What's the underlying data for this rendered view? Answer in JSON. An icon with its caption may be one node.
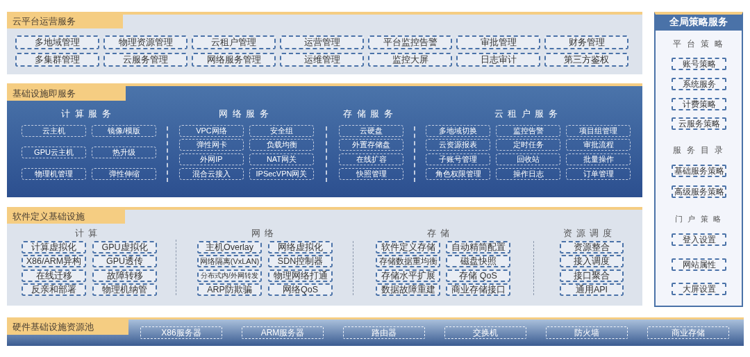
{
  "diagram": {
    "nodes": [
      {
        "text": [
          "云平台运营服务"
        ]
      },
      {
        "text": [
          "多地域管理"
        ],
        "in": 0
      },
      {
        "text": [
          "物理资源管理"
        ],
        "in": 0
      },
      {
        "text": [
          "云租户管理"
        ],
        "in": 0
      },
      {
        "text": [
          "运营管理"
        ],
        "in": 0
      },
      {
        "text": [
          "平台监控告警"
        ],
        "in": 0
      },
      {
        "text": [
          "审批管理"
        ],
        "in": 0
      },
      {
        "text": [
          "财务管理"
        ],
        "in": 0
      },
      {
        "text": [
          "多集群管理"
        ],
        "in": 0
      },
      {
        "text": [
          "云服务管理"
        ],
        "in": 0
      },
      {
        "text": [
          "网络服务管理"
        ],
        "in": 0
      },
      {
        "text": [
          "运维管理"
        ],
        "in": 0
      },
      {
        "text": [
          "监控大屏"
        ],
        "in": 0
      },
      {
        "text": [
          "日志审计"
        ],
        "in": 0
      },
      {
        "text": [
          "第三方鉴权"
        ],
        "in": 0
      },
      {
        "text": [
          "基础设施即服务",
          "计算服务",
          "网络服务",
          "存储服务",
          "云租户服务"
        ]
      },
      {
        "text": [
          "云主机"
        ],
        "in": 15
      },
      {
        "text": [
          "镜像/模版"
        ],
        "in": 15
      },
      {
        "text": [
          "GPU云主机"
        ],
        "in": 15
      },
      {
        "text": [
          "热升级"
        ],
        "in": 15
      },
      {
        "text": [
          "物理机管理"
        ],
        "in": 15
      },
      {
        "text": [
          "弹性伸缩"
        ],
        "in": 15
      },
      {
        "text": [
          "VPC网络"
        ],
        "in": 15
      },
      {
        "text": [
          "安全组"
        ],
        "in": 15
      },
      {
        "text": [
          "弹性网卡"
        ],
        "in": 15
      },
      {
        "text": [
          "负载均衡"
        ],
        "in": 15
      },
      {
        "text": [
          "外网IP"
        ],
        "in": 15
      },
      {
        "text": [
          "NAT网关"
        ],
        "in": 15
      },
      {
        "text": [
          "混合云接入"
        ],
        "in": 15
      },
      {
        "text": [
          "IPSecVPN网关"
        ],
        "in": 15
      },
      {
        "text": [
          "云硬盘"
        ],
        "in": 15
      },
      {
        "text": [
          "外置存储盘"
        ],
        "in": 15
      },
      {
        "text": [
          "在线扩容"
        ],
        "in": 15
      },
      {
        "text": [
          "快照管理"
        ],
        "in": 15
      },
      {
        "text": [
          "多地域切换"
        ],
        "in": 15
      },
      {
        "text": [
          "监控告警"
        ],
        "in": 15
      },
      {
        "text": [
          "项目组管理"
        ],
        "in": 15
      },
      {
        "text": [
          "云资源报表"
        ],
        "in": 15
      },
      {
        "text": [
          "定时任务"
        ],
        "in": 15
      },
      {
        "text": [
          "审批流程"
        ],
        "in": 15
      },
      {
        "text": [
          "子账号管理"
        ],
        "in": 15
      },
      {
        "text": [
          "回收站"
        ],
        "in": 15
      },
      {
        "text": [
          "批量操作"
        ],
        "in": 15
      },
      {
        "text": [
          "角色权限管理"
        ],
        "in": 15
      },
      {
        "text": [
          "操作日志"
        ],
        "in": 15
      },
      {
        "text": [
          "订单管理"
        ],
        "in": 15
      },
      {
        "text": [
          "软件定义基础设施",
          "计算",
          "网络",
          "存储",
          "资源调度"
        ]
      },
      {
        "text": [
          "计算虚拟化"
        ],
        "in": 46
      },
      {
        "text": [
          "GPU虚拟化"
        ],
        "in": 46
      },
      {
        "text": [
          "X86/ARM异构"
        ],
        "in": 46
      },
      {
        "text": [
          "GPU透传"
        ],
        "in": 46
      },
      {
        "text": [
          "在线迁移"
        ],
        "in": 46
      },
      {
        "text": [
          "故障转移"
        ],
        "in": 46
      },
      {
        "text": [
          "反亲和部署"
        ],
        "in": 46
      },
      {
        "text": [
          "物理机纳管"
        ],
        "in": 46
      },
      {
        "text": [
          "主机Overlay"
        ],
        "in": 46
      },
      {
        "text": [
          "网络虚拟化"
        ],
        "in": 46
      },
      {
        "text": [
          "网络隔离(VxLAN)"
        ],
        "in": 46
      },
      {
        "text": [
          "SDN控制器"
        ],
        "in": 46
      },
      {
        "text": [
          "分布式内/外网转发"
        ],
        "in": 46
      },
      {
        "text": [
          "物理网络打通"
        ],
        "in": 46
      },
      {
        "text": [
          "ARP防欺骗"
        ],
        "in": 46
      },
      {
        "text": [
          "网络QoS"
        ],
        "in": 46
      },
      {
        "text": [
          "软件定义存储"
        ],
        "in": 46
      },
      {
        "text": [
          "自动精简配置"
        ],
        "in": 46
      },
      {
        "text": [
          "存储数据重均衡"
        ],
        "in": 46
      },
      {
        "text": [
          "磁盘快照"
        ],
        "in": 46
      },
      {
        "text": [
          "存储水平扩展"
        ],
        "in": 46
      },
      {
        "text": [
          "存储 QoS"
        ],
        "in": 46
      },
      {
        "text": [
          "数据故障重建"
        ],
        "in": 46
      },
      {
        "text": [
          "商业存储接口"
        ],
        "in": 46
      },
      {
        "text": [
          "资源整合"
        ],
        "in": 46
      },
      {
        "text": [
          "接入调度"
        ],
        "in": 46
      },
      {
        "text": [
          "接口聚合"
        ],
        "in": 46
      },
      {
        "text": [
          "通用API"
        ],
        "in": 46
      },
      {
        "text": [
          "全局策略服务",
          "平台策略",
          "服务目录",
          "门户策略"
        ]
      },
      {
        "text": [
          "账号策略"
        ],
        "in": 75
      },
      {
        "text": [
          "系统服务"
        ],
        "in": 75
      },
      {
        "text": [
          "计费策略"
        ],
        "in": 75
      },
      {
        "text": [
          "云服务策略"
        ],
        "in": 75
      },
      {
        "text": [
          "基础服务策略"
        ],
        "in": 75
      },
      {
        "text": [
          "高级服务策略"
        ],
        "in": 75
      },
      {
        "text": [
          "登入设置"
        ],
        "in": 75
      },
      {
        "text": [
          "网站属性"
        ],
        "in": 75
      },
      {
        "text": [
          "大屏设置"
        ],
        "in": 75
      },
      {
        "text": [
          "硬件基础设施资源池"
        ]
      },
      {
        "text": [
          "X86服务器"
        ],
        "in": 85
      },
      {
        "text": [
          "ARM服务器"
        ],
        "in": 85
      },
      {
        "text": [
          "路由器"
        ],
        "in": 85
      },
      {
        "text": [
          "交换机"
        ],
        "in": 85
      },
      {
        "text": [
          "防火墙"
        ],
        "in": 85
      },
      {
        "text": [
          "商业存储"
        ],
        "in": 85
      }
    ]
  }
}
